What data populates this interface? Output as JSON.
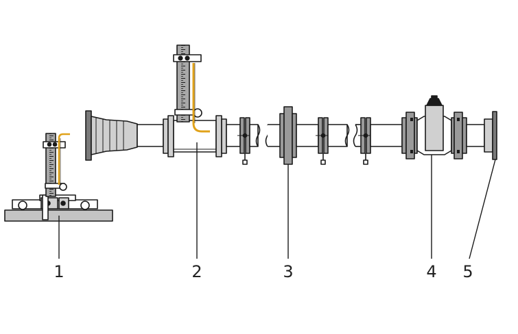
{
  "colors": {
    "line": "#1a1a1a",
    "body_fill": "#ffffff",
    "flange_fill": "#9a9a9a",
    "flange_dark": "#7a7a7a",
    "light_fill": "#d0d0d0",
    "base_plate_fill": "#c4c4c4",
    "scale_fill": "#a8a8a8",
    "tube_color": "#e0a21a"
  },
  "icons": {
    "scale": "measuring-scale-icon",
    "wheel": "roller-wheel-icon",
    "valve": "gate-valve-icon"
  },
  "callouts": [
    {
      "id": "1",
      "label": "1"
    },
    {
      "id": "2",
      "label": "2"
    },
    {
      "id": "3",
      "label": "3"
    },
    {
      "id": "4",
      "label": "4"
    },
    {
      "id": "5",
      "label": "5"
    }
  ]
}
